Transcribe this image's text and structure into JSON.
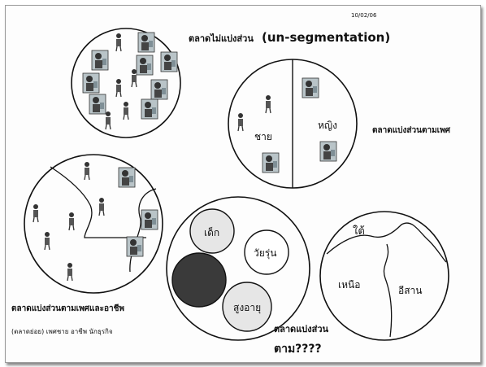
{
  "page": {
    "date": "10/02/06"
  },
  "unsegmented": {
    "label_thai": "ตลาดไม่แบ่งส่วน",
    "label_en": "(un-segmentation)"
  },
  "gender": {
    "label": "ตลาดแบ่งส่วนตามเพศ",
    "male": "ชาย",
    "female": "หญิง"
  },
  "occupation": {
    "label": "ตลาดแบ่งส่วนตามเพศและอาชีพ",
    "example": "(ตลาดย่อย) เพศชาย อาชีพ นักธุรกิจ"
  },
  "age": {
    "child": "เด็ก",
    "teen": "วัยรุ่น",
    "elderly": "สูงอายุ",
    "question_line1": "ตลาดแบ่งส่วน",
    "question_line2": "ตาม????"
  },
  "region": {
    "south": "ใต้",
    "north": "เหนือ",
    "northeast": "อีสาน"
  },
  "colors": {
    "ink": "#111111",
    "circle_fill": "#e6e6e6",
    "dark_circle": "#3a3a3a"
  }
}
